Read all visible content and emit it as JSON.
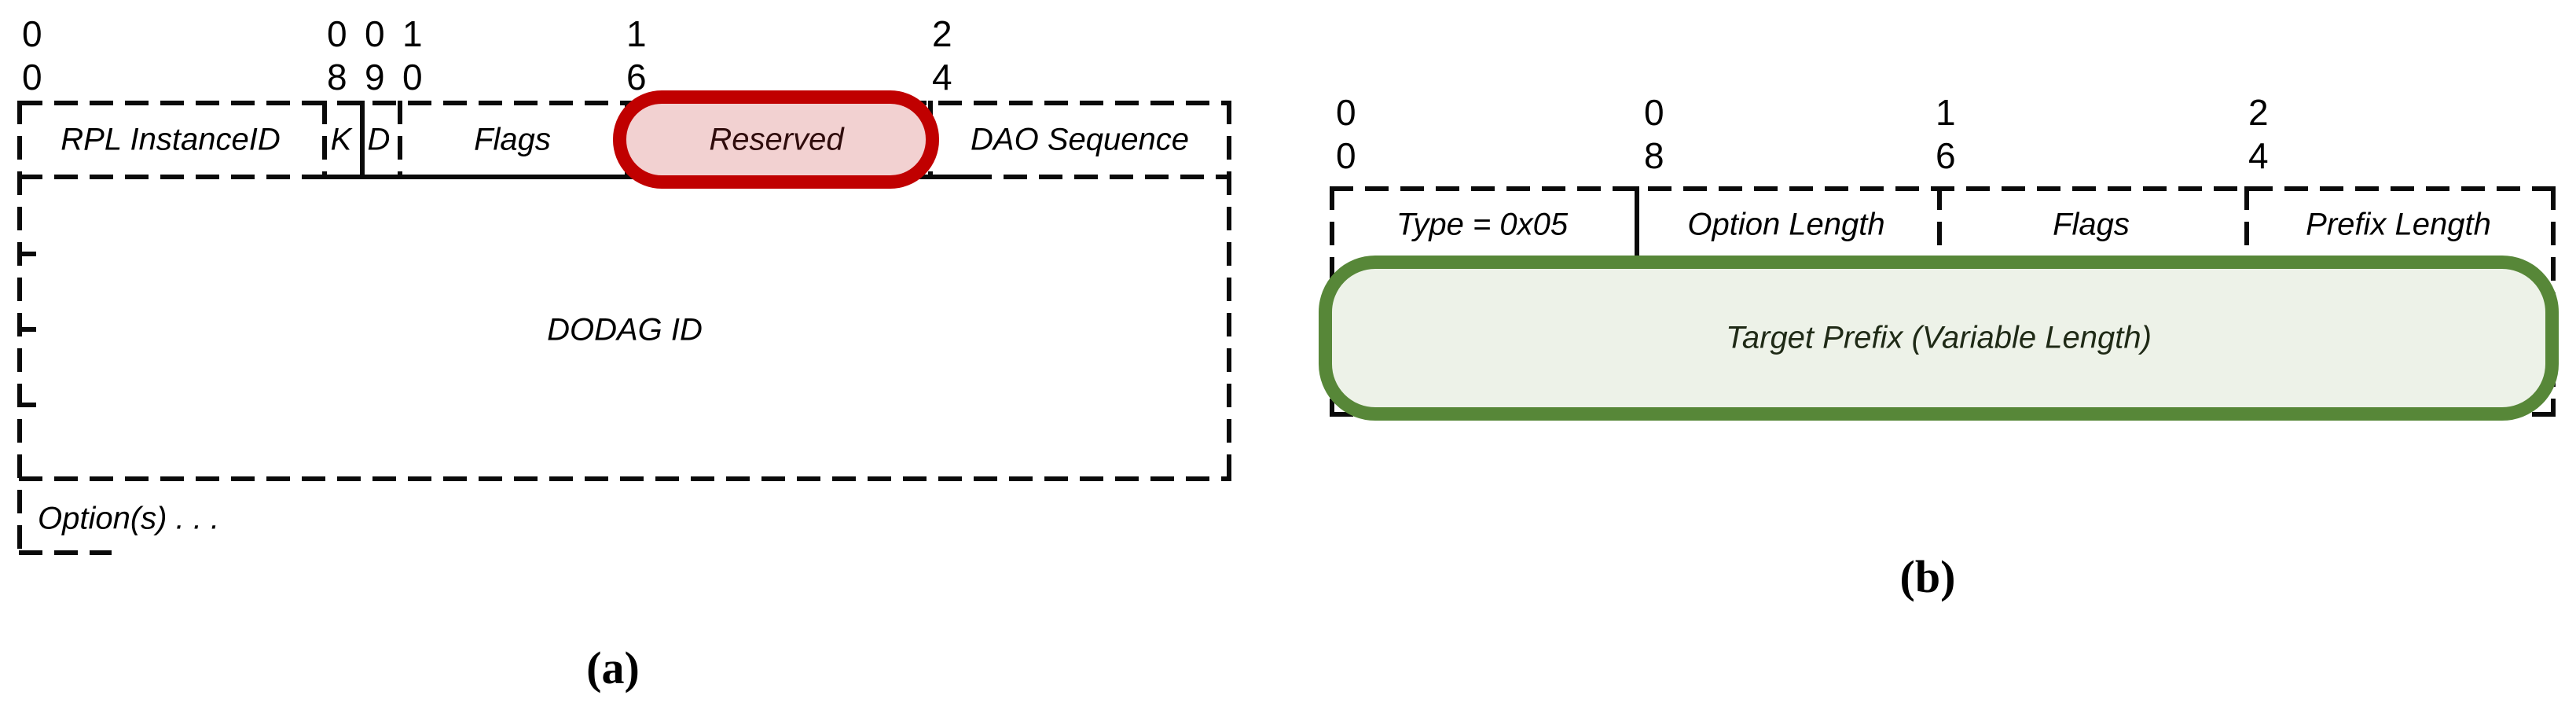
{
  "panel_a": {
    "caption": "(a)",
    "ruler": [
      {
        "tens": "0",
        "ones": "0"
      },
      {
        "tens": "0",
        "ones": "8"
      },
      {
        "tens": "0",
        "ones": "9"
      },
      {
        "tens": "1",
        "ones": "0"
      },
      {
        "tens": "1",
        "ones": "6"
      },
      {
        "tens": "2",
        "ones": "4"
      }
    ],
    "fields": {
      "rpl_instance_id": "RPL InstanceID",
      "k_flag": "K",
      "d_flag": "D",
      "flags": "Flags",
      "reserved": "Reserved",
      "dao_sequence": "DAO Sequence",
      "dodag_id": "DODAG ID",
      "options": "Option(s) . . ."
    }
  },
  "panel_b": {
    "caption": "(b)",
    "ruler": [
      {
        "tens": "0",
        "ones": "0"
      },
      {
        "tens": "0",
        "ones": "8"
      },
      {
        "tens": "1",
        "ones": "6"
      },
      {
        "tens": "2",
        "ones": "4"
      }
    ],
    "fields": {
      "type": "Type = 0x05",
      "option_length": "Option Length",
      "flags": "Flags",
      "prefix_length": "Prefix Length",
      "target_prefix": "Target Prefix (Variable Length)"
    }
  },
  "colors": {
    "line": "#0A0A0A",
    "red_border": "#C00000",
    "red_fill": "#F2D1D1",
    "red_text": "#2F0C0C",
    "green_border": "#578738",
    "green_fill": "#EDF2E8",
    "green_text": "#1F2A16"
  }
}
